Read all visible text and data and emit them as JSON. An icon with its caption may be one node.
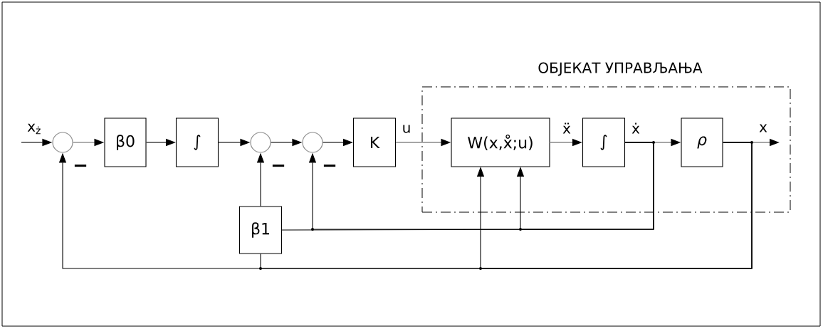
{
  "diagram": {
    "nodes": [
      {
        "text": [
          "ОБЈЕКАТ УПРАВЉАЊА"
        ]
      },
      {
        "text": [],
        "shape": "circle"
      },
      {
        "text": [
          "β0"
        ]
      },
      {
        "text": [
          "∫"
        ]
      },
      {
        "text": [],
        "shape": "circle"
      },
      {
        "text": [],
        "shape": "circle"
      },
      {
        "text": [
          "K"
        ]
      },
      {
        "text": [
          "W(x,x̊;u)"
        ],
        "in": 0
      },
      {
        "text": [
          "∫"
        ],
        "in": 0
      },
      {
        "text": [
          "ρ"
        ],
        "in": 0
      },
      {
        "text": [
          "β1"
        ]
      }
    ],
    "edges": [
      {
        "from": null,
        "to": 1,
        "arrow": "to",
        "label": "x$_{ż}$"
      },
      {
        "from": 1,
        "to": 2,
        "arrow": "to",
        "color": "#a6a6a6"
      },
      {
        "from": 2,
        "to": 3,
        "arrow": "to"
      },
      {
        "from": 3,
        "to": 4,
        "arrow": "to"
      },
      {
        "from": 4,
        "to": 5,
        "arrow": "to"
      },
      {
        "from": 5,
        "to": 6,
        "arrow": "to"
      },
      {
        "from": 6,
        "to": 7,
        "arrow": "to",
        "label": "u",
        "color": "#a6a6a6"
      },
      {
        "from": 7,
        "to": 8,
        "arrow": "to",
        "label": "ẍ",
        "color": "#a6a6a6"
      },
      {
        "from": 8,
        "to": 9,
        "arrow": "to",
        "label": "ẋ",
        "color": "#a6a6a6"
      },
      {
        "from": 9,
        "to": null,
        "arrow": "to",
        "label": "x",
        "color": "#a6a6a6"
      },
      {
        "from": 9,
        "to": 1,
        "arrow": "to"
      },
      {
        "from": 9,
        "to": 10,
        "arrow": "none"
      },
      {
        "from": 9,
        "to": 7,
        "arrow": "to"
      },
      {
        "from": 8,
        "to": 10,
        "arrow": "none"
      },
      {
        "from": 8,
        "to": 5,
        "arrow": "to"
      },
      {
        "from": 8,
        "to": 7,
        "arrow": "to"
      },
      {
        "from": 10,
        "to": 4,
        "arrow": "to"
      }
    ],
    "labels": [
      "−",
      "−",
      "−"
    ]
  }
}
